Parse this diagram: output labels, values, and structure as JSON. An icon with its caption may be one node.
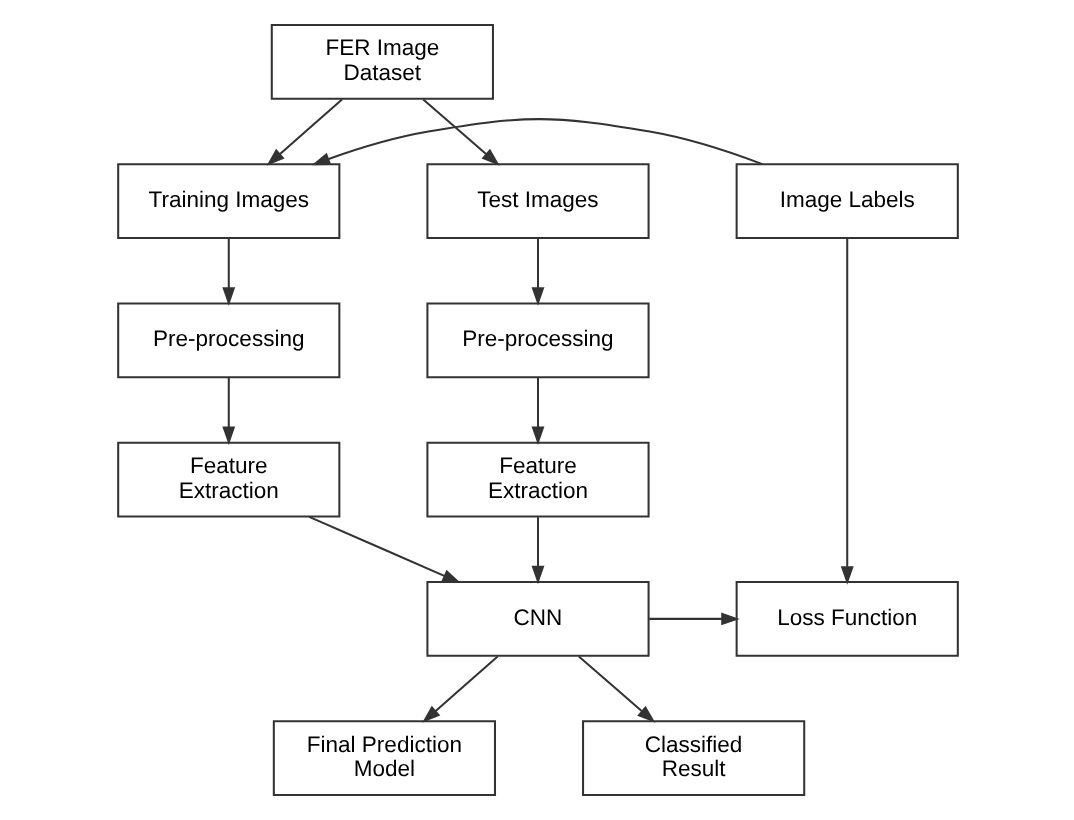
{
  "diagram": {
    "nodes": [
      {
        "text": [
          "FER Image Dataset"
        ]
      },
      {
        "text": [
          "Image Labels"
        ]
      },
      {
        "text": [
          "Training Images"
        ]
      },
      {
        "text": [
          "Test Images"
        ]
      },
      {
        "text": [
          "Pre-processing"
        ]
      },
      {
        "text": [
          "Pre-processing"
        ]
      },
      {
        "text": [
          "Feature Extraction"
        ]
      },
      {
        "text": [
          "Feature Extraction"
        ]
      },
      {
        "text": [
          "Loss Function"
        ]
      },
      {
        "text": [
          "CNN"
        ]
      },
      {
        "text": [
          "Final Prediction Model"
        ]
      },
      {
        "text": [
          "Classified Result"
        ]
      }
    ],
    "edges": [
      {
        "from": 0,
        "to": 2,
        "arrow": "to"
      },
      {
        "from": 0,
        "to": 3,
        "arrow": "to"
      },
      {
        "from": 1,
        "to": 2,
        "arrow": "to"
      },
      {
        "from": 2,
        "to": 4,
        "arrow": "to"
      },
      {
        "from": 3,
        "to": 5,
        "arrow": "to"
      },
      {
        "from": 4,
        "to": 6,
        "arrow": "to"
      },
      {
        "from": 5,
        "to": 7,
        "arrow": "to"
      },
      {
        "from": 1,
        "to": 8,
        "arrow": "to"
      },
      {
        "from": 6,
        "to": 9,
        "arrow": "to"
      },
      {
        "from": 7,
        "to": 9,
        "arrow": "to"
      },
      {
        "from": 9,
        "to": 8,
        "arrow": "to"
      },
      {
        "from": 9,
        "to": 10,
        "arrow": "to"
      },
      {
        "from": 9,
        "to": 11,
        "arrow": "to"
      }
    ]
  }
}
